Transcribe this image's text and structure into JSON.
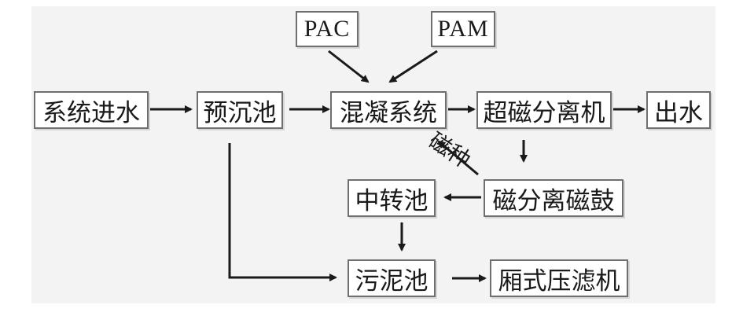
{
  "diagram": {
    "nodes": {
      "inlet": "系统进水",
      "presettling": "预沉池",
      "coagulation": "混凝系统",
      "pac": "PAC",
      "pam": "PAM",
      "super_magnetic": "超磁分离机",
      "outlet": "出水",
      "magnetic_drum": "磁分离磁鼓",
      "transfer_tank": "中转池",
      "sludge_tank": "污泥池",
      "filter_press": "厢式压滤机"
    },
    "edge_labels": {
      "magnetic_seed": "磁种"
    },
    "edges": [
      {
        "from": "inlet",
        "to": "presettling"
      },
      {
        "from": "presettling",
        "to": "coagulation"
      },
      {
        "from": "pac",
        "to": "coagulation"
      },
      {
        "from": "pam",
        "to": "coagulation"
      },
      {
        "from": "coagulation",
        "to": "super_magnetic"
      },
      {
        "from": "super_magnetic",
        "to": "outlet"
      },
      {
        "from": "super_magnetic",
        "to": "magnetic_drum"
      },
      {
        "from": "magnetic_drum",
        "to": "coagulation",
        "label": "magnetic_seed"
      },
      {
        "from": "magnetic_drum",
        "to": "transfer_tank"
      },
      {
        "from": "transfer_tank",
        "to": "sludge_tank"
      },
      {
        "from": "presettling",
        "to": "sludge_tank"
      },
      {
        "from": "sludge_tank",
        "to": "filter_press"
      }
    ]
  }
}
